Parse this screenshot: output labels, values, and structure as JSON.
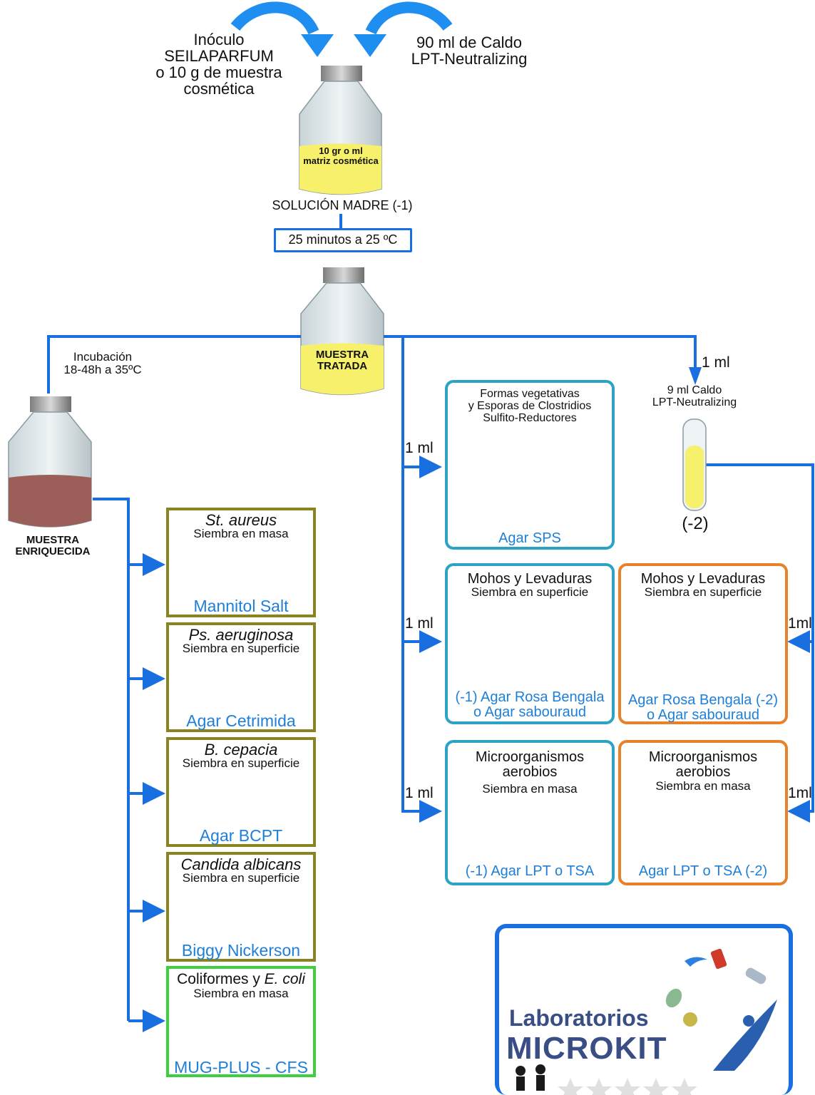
{
  "top": {
    "inoculo": [
      "Inóculo",
      "SEILAPARFUM",
      "o 10 g de muestra",
      "cosmética"
    ],
    "caldo": [
      "90 ml de Caldo",
      "LPT-Neutralizing"
    ],
    "jar_label": [
      "10 gr o ml",
      "matriz cosmética"
    ],
    "solucion": "SOLUCIÓN MADRE (-1)",
    "tiempo": "25 minutos a 25 ºC"
  },
  "tratada": [
    "MUESTRA",
    "TRATADA"
  ],
  "incubacion": [
    "Incubación",
    "18-48h a 35ºC"
  ],
  "enriquecida": [
    "MUESTRA",
    "ENRIQUECIDA"
  ],
  "left_boxes": [
    {
      "organism": "St. aureus",
      "method": "Siembra en masa",
      "medium": "Mannitol Salt"
    },
    {
      "organism": "Ps. aeruginosa",
      "method": "Siembra en superficie",
      "medium": "Agar Cetrimida"
    },
    {
      "organism": "B. cepacia",
      "method": "Siembra en superficie",
      "medium": "Agar BCPT"
    },
    {
      "organism": "Candida albicans",
      "method": "Siembra en superficie",
      "medium": "Biggy Nickerson"
    },
    {
      "organism_prefix": "Coliformes y ",
      "organism_italic": "E. coli",
      "method": "Siembra en masa",
      "medium": "MUG-PLUS - CFS"
    }
  ],
  "one_ml": "1 ml",
  "one_ml_right": "1ml",
  "sps": {
    "lines": [
      "Formas vegetativas",
      "y Esporas de Clostridios",
      "Sulfito-Reductores"
    ],
    "medium": "Agar SPS"
  },
  "tube": {
    "lines": [
      "9 ml Caldo",
      "LPT-Neutralizing"
    ],
    "dilution": "(-2)"
  },
  "mohos_left": {
    "title": "Mohos y Levaduras",
    "method": "Siembra en superficie",
    "medium": [
      "(-1) Agar Rosa Bengala",
      "o Agar sabouraud"
    ]
  },
  "mohos_right": {
    "title": "Mohos y Levaduras",
    "method": "Siembra en superficie",
    "medium": [
      "Agar Rosa Bengala (-2)",
      "o Agar sabouraud"
    ]
  },
  "aerobios_left": {
    "title": [
      "Microorganismos",
      "aerobios"
    ],
    "method": "Siembra en masa",
    "medium": "(-1) Agar LPT o TSA"
  },
  "aerobios_right": {
    "title": [
      "Microorganismos",
      "aerobios"
    ],
    "method": "Siembra en masa",
    "medium": "Agar LPT o TSA (-2)"
  },
  "logo": {
    "line1": "Laboratorios",
    "line2": "MICROKIT"
  },
  "colors": {
    "flow": "#1a6fe0",
    "olive": "#8a8420",
    "green": "#3ecf3e",
    "teal": "#2aa3c4",
    "orange": "#e8812a",
    "media": "#1e7fd8"
  }
}
